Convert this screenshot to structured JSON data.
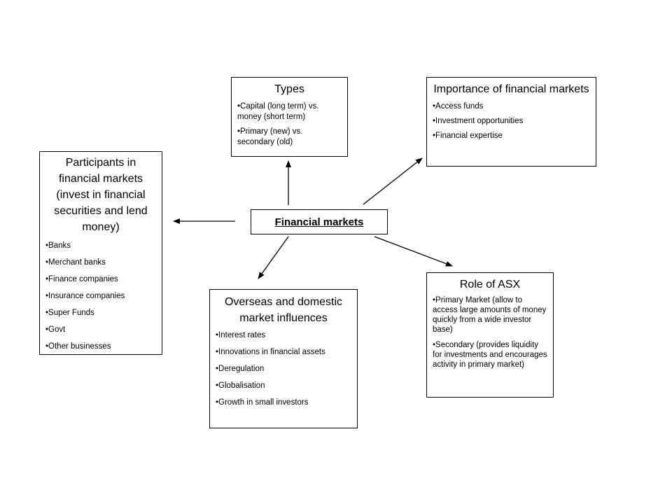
{
  "center": {
    "title": "Financial markets"
  },
  "types": {
    "title": "Types",
    "items": [
      "Capital (long term) vs. money (short term)",
      "Primary (new) vs. secondary (old)"
    ]
  },
  "importance": {
    "title": "Importance of financial markets",
    "items": [
      "Access funds",
      "Investment opportunities",
      "Financial expertise"
    ]
  },
  "participants": {
    "title": "Participants in financial markets (invest in financial securities and lend money)",
    "items": [
      "Banks",
      "Merchant banks",
      "Finance companies",
      "Insurance companies",
      "Super Funds",
      "Govt",
      "Other businesses"
    ]
  },
  "overseas": {
    "title": "Overseas and domestic market influences",
    "items": [
      "Interest rates",
      "Innovations in financial assets",
      "Deregulation",
      "Globalisation",
      "Growth in small investors"
    ]
  },
  "asx": {
    "title": "Role of ASX",
    "items": [
      "Primary Market (allow to access large amounts of money quickly from a wide investor base)",
      "Secondary (provides liquidity for investments and encourages activity in primary market)"
    ]
  }
}
